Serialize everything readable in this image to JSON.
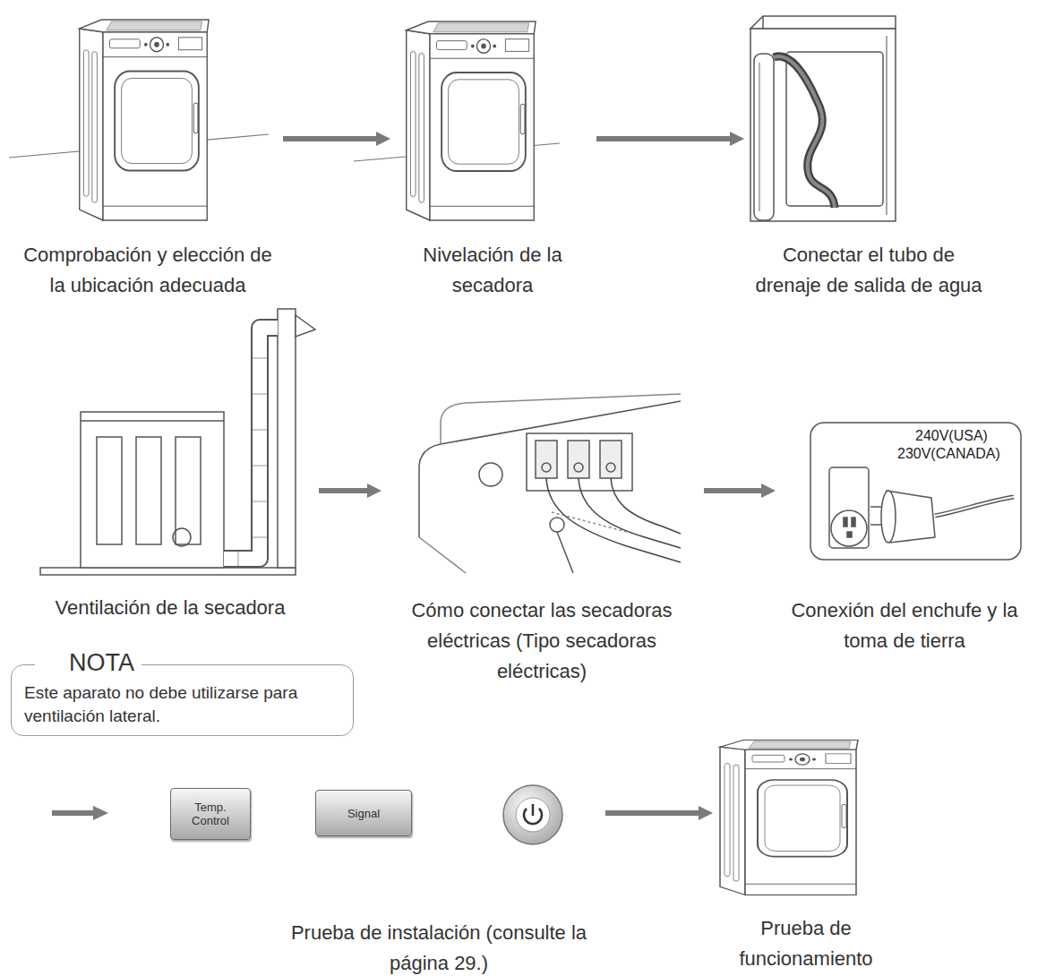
{
  "diagram": {
    "nodes": [
      {
        "text": [
          "Comprobación y elección de la ubicación adecuada"
        ]
      },
      {
        "text": [
          "Nivelación de la secadora"
        ]
      },
      {
        "text": [
          "Conectar el tubo de drenaje de salida de agua"
        ]
      },
      {
        "text": [
          "Ventilación de la secadora"
        ]
      },
      {
        "text": [
          "Cómo conectar las secadoras eléctricas (Tipo secadoras eléctricas)"
        ]
      },
      {
        "text": [
          "Conexión del enchufe y la toma de tierra"
        ]
      },
      {
        "text": [
          "NOTA",
          "Este aparato no debe utilizarse para ventilación lateral."
        ]
      },
      {
        "text": [
          "Prueba de instalación (consulte la página 29.)"
        ]
      },
      {
        "text": [
          "Temp. Control"
        ],
        "in": 7
      },
      {
        "text": [
          "Signal"
        ],
        "in": 7
      },
      {
        "text": [
          "Prueba de funcionamiento"
        ]
      }
    ],
    "edges": [
      {
        "from": 0,
        "to": 1,
        "arrow": "to"
      },
      {
        "from": 1,
        "to": 2,
        "arrow": "to"
      },
      {
        "from": 3,
        "to": 4,
        "arrow": "to"
      },
      {
        "from": 4,
        "to": 5,
        "arrow": "to"
      },
      {
        "from": 7,
        "to": 10,
        "arrow": "to"
      }
    ],
    "labels": [
      "240V(USA)",
      "230V(CANADA)"
    ]
  }
}
